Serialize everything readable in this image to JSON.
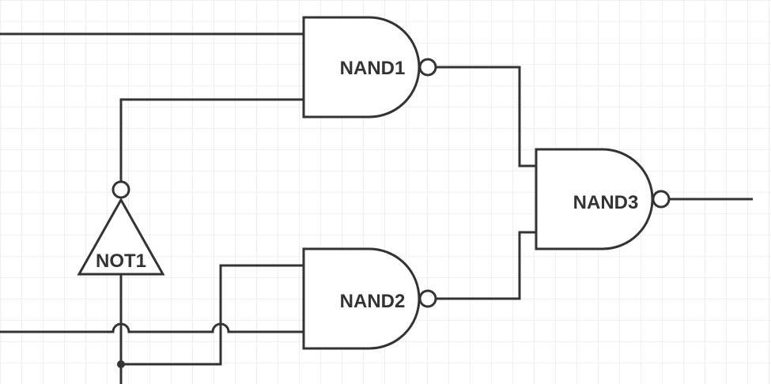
{
  "diagram": {
    "gates": {
      "nand1": {
        "type": "NAND",
        "label": "NAND1"
      },
      "nand2": {
        "type": "NAND",
        "label": "NAND2"
      },
      "nand3": {
        "type": "NAND",
        "label": "NAND3"
      },
      "not1": {
        "type": "NOT",
        "label": "NOT1"
      }
    },
    "colors": {
      "line": "#333333",
      "grid": "#e0e0e0",
      "background": "#ffffff"
    }
  }
}
